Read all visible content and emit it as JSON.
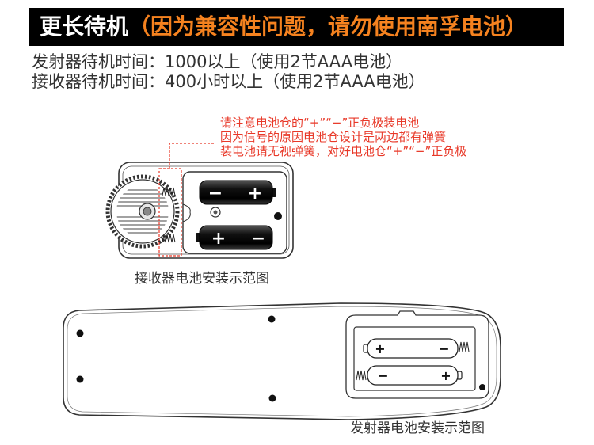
{
  "header": {
    "title": "更长待机",
    "note": "（因为兼容性问题，请勿使用南孚电池）"
  },
  "specs": [
    "发射器待机时间：1000以上（使用2节AAA电池）",
    "接收器待机时间：400小时以上（使用2节AAA电池）"
  ],
  "warning": [
    "请注意电池仓的“+”“−”正负极装电池",
    "因为信号的原因电池仓设计是两边都有弹簧",
    "装电池请无视弹簧，对好电池仓“+”“−”正负极"
  ],
  "receiver": {
    "caption": "接收器电池安装示范图",
    "batteries": [
      {
        "left": "−",
        "right": "+"
      },
      {
        "left": "+",
        "right": "−"
      }
    ]
  },
  "transmitter": {
    "caption": "发射器电池安装示范图",
    "batteries": [
      {
        "left": "+",
        "right": "−"
      },
      {
        "left": "−",
        "right": "+"
      }
    ]
  },
  "colors": {
    "header_bg": "#000000",
    "header_title": "#ffffff",
    "header_note": "#f5821f",
    "warning": "#e83828",
    "text": "#333333"
  }
}
